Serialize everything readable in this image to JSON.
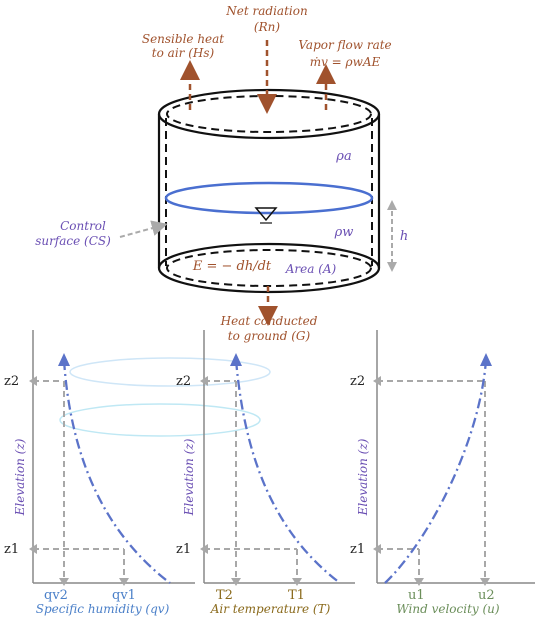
{
  "cylinder": {
    "net_radiation": "Net radiation",
    "net_radiation_symbol": "(Rn)",
    "sensible_heat_line1": "Sensible heat",
    "sensible_heat_line2": "to air (Hs)",
    "vapor_flow_line1": "Vapor flow rate",
    "vapor_flow_eq": "ṁv = ρwAE",
    "rho_a": "ρa",
    "rho_w": "ρw",
    "h": "h",
    "control_surface_line1": "Control",
    "control_surface_line2": "surface (CS)",
    "evaporation_eq": "E = − dh/dt",
    "area": "Area (A)",
    "ground_line1": "Heat conducted",
    "ground_line2": "to ground (G)"
  },
  "plots": [
    {
      "ylabel": "Elevation (z)",
      "xlabel": "Specific humidity (qv)",
      "z2": "z2",
      "z1": "z1",
      "x_tick_left": "qv2",
      "x_tick_right": "qv1"
    },
    {
      "ylabel": "Elevation (z)",
      "xlabel": "Air temperature (T)",
      "z2": "z2",
      "z1": "z1",
      "x_tick_left": "T2",
      "x_tick_right": "T1"
    },
    {
      "ylabel": "Elevation (z)",
      "xlabel": "Wind velocity (u)",
      "z2": "z2",
      "z1": "z1",
      "x_tick_left": "u1",
      "x_tick_right": "u2"
    }
  ],
  "colors": {
    "arrow": "#a0522d",
    "water_line": "#4a6fd0",
    "profile_curve": "#5b73c9",
    "dashed_guide": "#a8a8a8",
    "label_purple": "#6a4fb3",
    "label_brown": "#a0522d"
  }
}
